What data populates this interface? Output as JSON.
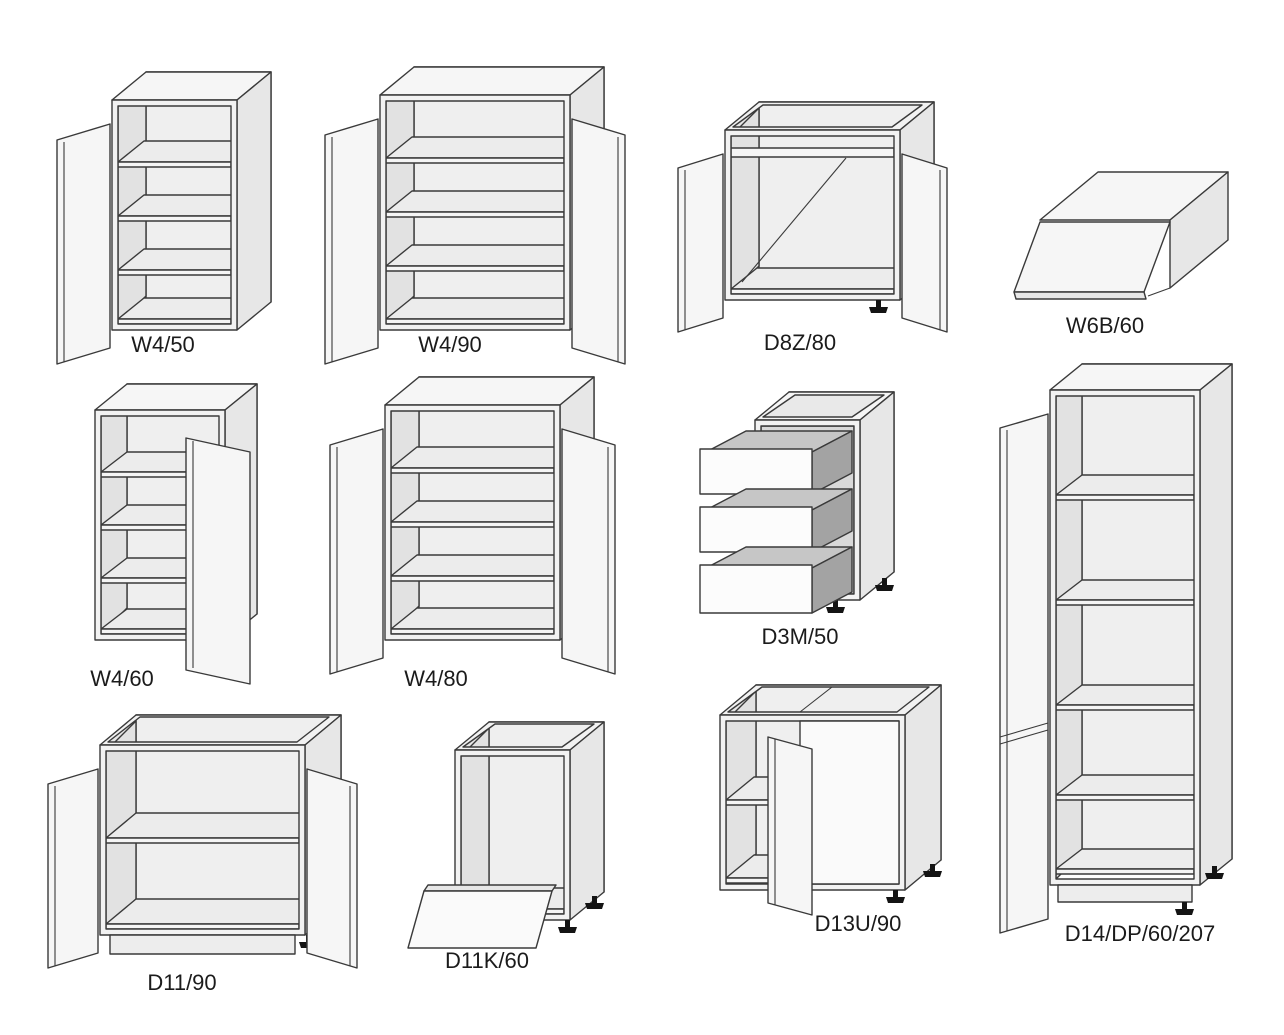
{
  "page": {
    "background": "#ffffff",
    "line_color": "#3a3a3a",
    "label_color": "#1b1b1b"
  },
  "cabinets": [
    {
      "id": "w4-50",
      "label": "W4/50"
    },
    {
      "id": "w4-90",
      "label": "W4/90"
    },
    {
      "id": "d8z-80",
      "label": "D8Z/80"
    },
    {
      "id": "w6b-60",
      "label": "W6B/60"
    },
    {
      "id": "w4-60",
      "label": "W4/60"
    },
    {
      "id": "w4-80",
      "label": "W4/80"
    },
    {
      "id": "d3m-50",
      "label": "D3M/50"
    },
    {
      "id": "d14-dp-60-207",
      "label": "D14/DP/60/207"
    },
    {
      "id": "d11-90",
      "label": "D11/90"
    },
    {
      "id": "d11k-60",
      "label": "D11K/60"
    },
    {
      "id": "d13u-90",
      "label": "D13U/90"
    }
  ]
}
